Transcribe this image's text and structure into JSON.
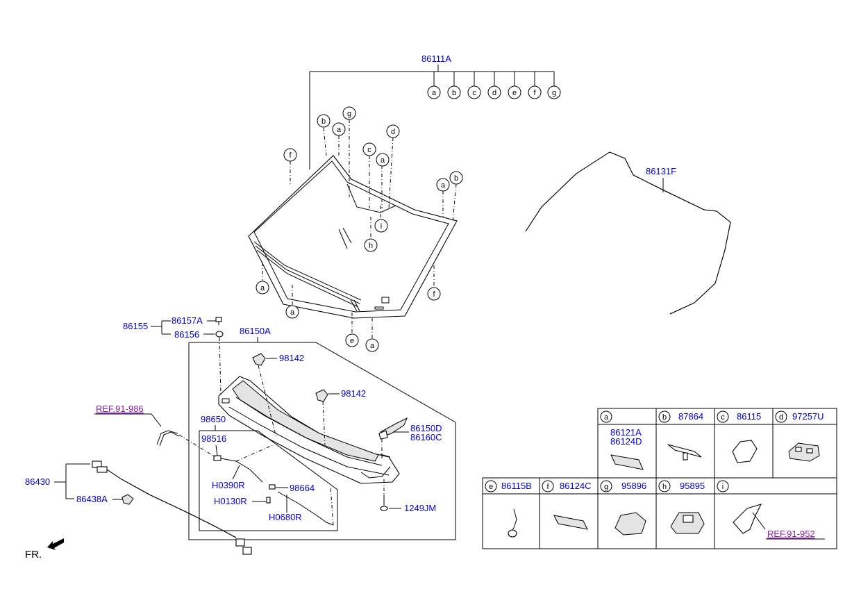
{
  "windshield_group": {
    "label": "86111A",
    "sub_letters": [
      "a",
      "b",
      "c",
      "d",
      "e",
      "f",
      "g"
    ]
  },
  "moulding": {
    "label": "86131F"
  },
  "cowl": {
    "label": "86150A",
    "cowl_bracket_group": "86155",
    "stud": "86157A",
    "grommet": "86156",
    "nozzle_a": "98142",
    "nozzle_b": "98142",
    "side_cover_1": "86150D",
    "side_cover_2": "86160C",
    "screw": "1249JM"
  },
  "hose_group": {
    "label": "98650",
    "connector": "98516",
    "hose_1": "H0390R",
    "hose_2": "H0130R",
    "valve": "98664",
    "hose_3": "H0680R"
  },
  "harness": {
    "ref": "REF.91-986",
    "label": "86430",
    "clip": "86438A"
  },
  "windshield_callouts": {
    "top_left": [
      "f",
      "b",
      "a",
      "g",
      "c",
      "a",
      "d",
      "a",
      "b"
    ],
    "lower": [
      "a",
      "a",
      "e",
      "a",
      "f"
    ],
    "center": [
      "i",
      "h"
    ]
  },
  "legend": {
    "row1": [
      {
        "letter": "a",
        "parts": [
          "86121A",
          "86124D"
        ]
      },
      {
        "letter": "b",
        "parts": [
          "87864"
        ]
      },
      {
        "letter": "c",
        "parts": [
          "86115"
        ]
      },
      {
        "letter": "d",
        "parts": [
          "97257U"
        ]
      }
    ],
    "row2": [
      {
        "letter": "e",
        "parts": [
          "86115B"
        ]
      },
      {
        "letter": "f",
        "parts": [
          "86124C"
        ]
      },
      {
        "letter": "g",
        "parts": [
          "95896"
        ]
      },
      {
        "letter": "h",
        "parts": [
          "95895"
        ]
      },
      {
        "letter": "i",
        "parts": [],
        "ref": "REF.91-952"
      }
    ]
  },
  "direction_label": "FR."
}
